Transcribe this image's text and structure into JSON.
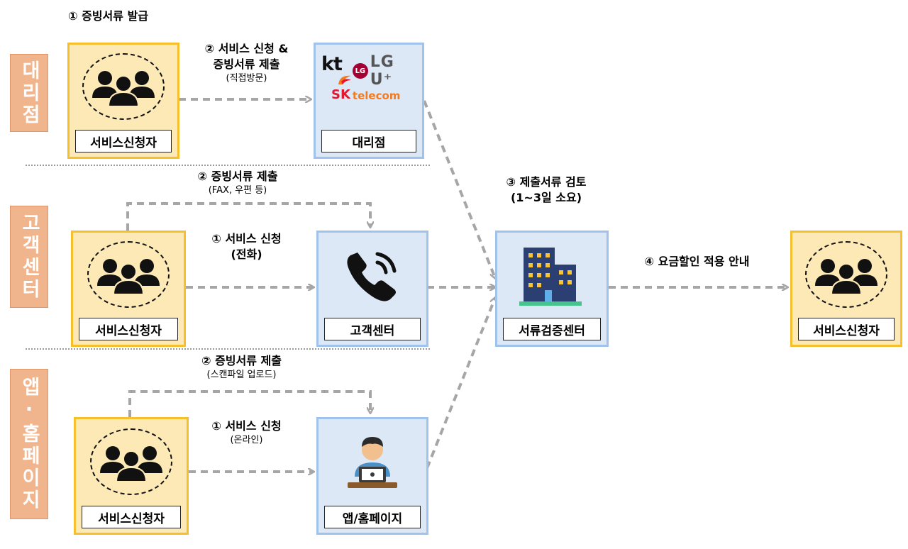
{
  "side_tabs": {
    "agency": "대리점",
    "call_center": "고객센터",
    "app_home": "앱·홈페이지"
  },
  "top_title": "① 증빙서류 발급",
  "agency_row": {
    "step_label_1": "② 서비스 신청 &",
    "step_label_2": "증빙서류 제출",
    "step_sub": "(직접방문)",
    "applicant_caption": "서비스신청자",
    "agency_caption": "대리점",
    "logos": {
      "kt": "kt",
      "lgu": "LG U⁺",
      "lg_mark": "LG",
      "sk": "SK",
      "sk_telecom": "telecom"
    }
  },
  "call_row": {
    "submit_label": "② 증빙서류 제출",
    "submit_sub": "(FAX, 우편 등)",
    "apply_label": "① 서비스 신청",
    "apply_sub": "(전화)",
    "applicant_caption": "서비스신청자",
    "center_caption": "고객센터"
  },
  "app_row": {
    "submit_label": "② 증빙서류 제출",
    "submit_sub": "(스캔파일 업로드)",
    "apply_label": "① 서비스 신청",
    "apply_sub": "(온라인)",
    "applicant_caption": "서비스신청자",
    "app_caption": "앱/홈페이지"
  },
  "review": {
    "label": "③ 제출서류 검토",
    "sub": "(1~3일 소요)",
    "center_caption": "서류검증센터"
  },
  "notice": {
    "label": "④ 요금할인 적용 안내",
    "applicant_caption": "서비스신청자"
  },
  "colors": {
    "side_tab": "#f0b58c",
    "user_fill": "#fde9b6",
    "user_border": "#f6c02c",
    "blue_fill": "#dce8f6",
    "blue_border": "#9fc3ec",
    "arrow": "#a6a6a6"
  }
}
